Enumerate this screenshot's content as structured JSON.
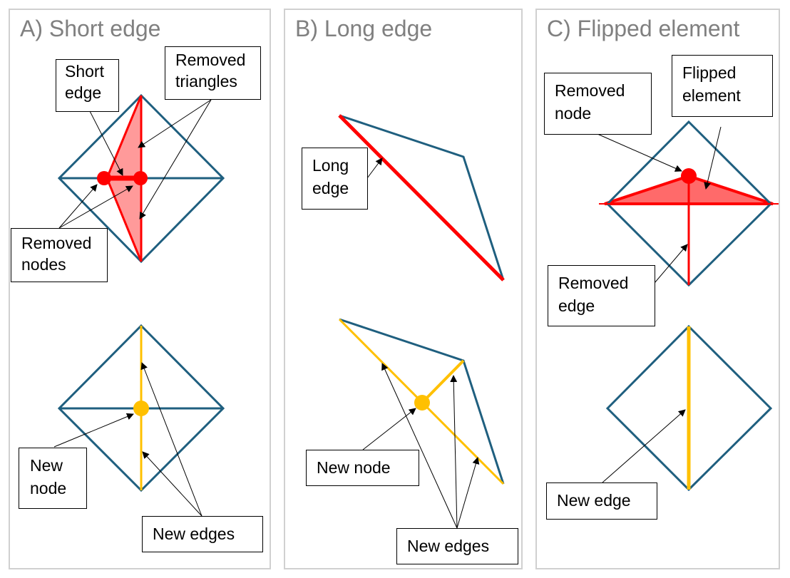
{
  "colors": {
    "mesh_edge": "#1f5f7f",
    "removed": "#ff0000",
    "removed_fill": "#ff9a9a",
    "flipped_fill": "#ff6a6a",
    "new": "#ffc000",
    "panel_border": "#d0d0d0",
    "title_text": "#808080"
  },
  "panels": [
    {
      "id": "A",
      "title": "A) Short edge",
      "labels": {
        "short_edge": "Short\nedge",
        "removed_triangles": "Removed\ntriangles",
        "removed_nodes": "Removed\nnodes",
        "new_node": "New\nnode",
        "new_edges": "New edges"
      }
    },
    {
      "id": "B",
      "title": "B) Long edge",
      "labels": {
        "long_edge": "Long\nedge",
        "new_node": "New node",
        "new_edges": "New edges"
      }
    },
    {
      "id": "C",
      "title": "C) Flipped element",
      "labels": {
        "removed_node": "Removed\nnode",
        "flipped_element": "Flipped\nelement",
        "removed_edge": "Removed\nedge",
        "new_edge": "New edge"
      }
    }
  ]
}
